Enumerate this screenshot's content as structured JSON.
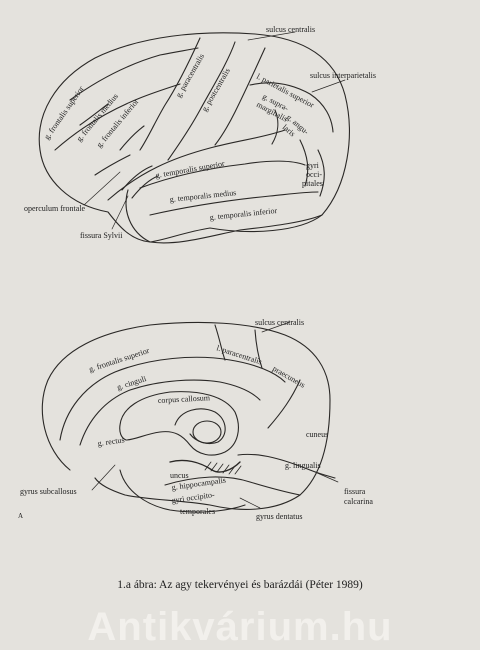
{
  "lateral": {
    "labels": {
      "sulcus_centralis": "sulcus centralis",
      "sulcus_interparietalis": "sulcus interparietalis",
      "frontalis_superior": "g. frontalis superior",
      "frontalis_medius": "g. frontalis medius",
      "frontalis_inferior": "g. frontalis inferior",
      "paracentralis": "g. paracentralis",
      "postcentralis": "g. postcentralis",
      "parietalis_superior": "l. parietalis superior",
      "supramarginalis_1": "g. supra-",
      "supramarginalis_2": "marginalis",
      "angularis_1": "g. angu-",
      "angularis_2": "laris",
      "gyri_occipitales_1": "gyri",
      "gyri_occipitales_2": "occi-",
      "gyri_occipitales_3": "pitales",
      "temporalis_superior": "g. temporalis superior",
      "temporalis_medius": "g. temporalis medius",
      "temporalis_inferior": "g. temporalis inferior",
      "operculum_frontale": "operculum frontale",
      "fissura_sylvii": "fissura Sylvii"
    }
  },
  "medial": {
    "labels": {
      "sulcus_centralis": "sulcus centralis",
      "frontalis_superior": "g. frontalis superior",
      "paracentralis": "l. paracentralis",
      "praecuneus": "praecuneus",
      "cinguli": "g. cinguli",
      "corpus_callosum": "corpus callosum",
      "cuneus": "cuneus",
      "rectus": "g. rectus",
      "lingualis": "g. lingualis",
      "gyrus_subcallosus": "gyrus subcallosus",
      "uncus": "uncus",
      "hippocampalis": "g. hippocampalis",
      "gyri_occipitotemporales_1": "gyri occipito-",
      "gyri_occipitotemporales_2": "temporales",
      "fissura_calcarina_1": "fissura",
      "fissura_calcarina_2": "calcarina",
      "gyrus_dentatus": "gyrus dentatus",
      "panel_letter": "A"
    }
  },
  "caption": "1.a ábra: Az agy tekervényei és barázdái (Péter 1989)",
  "watermark": "Antikvárium.hu",
  "colors": {
    "paper": "#e4e2dd",
    "ink": "#222222"
  }
}
